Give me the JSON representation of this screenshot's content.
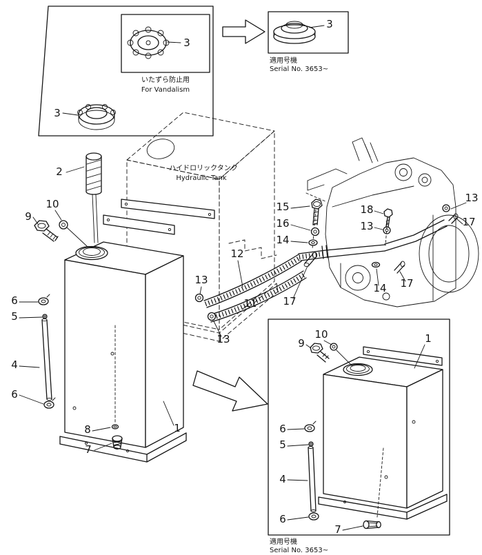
{
  "labels": {
    "hydraulic_tank_jp": "ハイドロリックタンク",
    "hydraulic_tank_en": "Hydraulic Tank",
    "vandalism_jp": "いたずら防止用",
    "vandalism_en": "For Vandalism",
    "serial_jp": "適用号機",
    "serial_en": "Serial No. 3653~"
  },
  "callouts": [
    "3",
    "3",
    "3",
    "2",
    "9",
    "10",
    "6",
    "5",
    "4",
    "6",
    "8",
    "7",
    "1",
    "13",
    "12",
    "11",
    "13",
    "17",
    "15",
    "16",
    "14",
    "18",
    "13",
    "13",
    "17",
    "14",
    "17",
    "1",
    "9",
    "10",
    "6",
    "5",
    "4",
    "6",
    "7"
  ]
}
